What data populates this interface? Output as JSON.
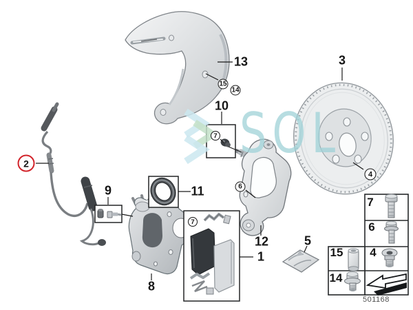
{
  "watermark": {
    "text": "SOL",
    "logo_icon": "double-chevron-icon"
  },
  "doc_number": "501168",
  "callouts": {
    "c1": "1",
    "c2": "2",
    "c3": "3",
    "c4": "4",
    "c5": "5",
    "c6": "6",
    "c7_bushing": "7",
    "c7_pads": "7",
    "c8": "8",
    "c9": "9",
    "c10": "10",
    "c11": "11",
    "c12": "12",
    "c13": "13",
    "c14": "14",
    "c15": "15"
  },
  "fastener_table": {
    "labels": {
      "r7": "7",
      "r6": "6",
      "r4": "4",
      "r15": "15",
      "r14": "14"
    },
    "icons": {
      "r7": "hex-bolt-icon",
      "r6": "flange-bolt-icon",
      "r4": "socket-plug-icon",
      "r15": "sleeve-icon",
      "r14": "flange-screw-icon",
      "corner": "direction-arrow-icon"
    }
  },
  "drawings": {
    "sensor": "brake-wear-sensor",
    "shield": "brake-dust-shield",
    "disc": "brake-disc",
    "bushing_kit": "guide-bushing-kit",
    "carrier": "caliper-carrier",
    "seal": "piston-seal-ring",
    "bleeder_kit": "bleeder-screw-kit",
    "caliper": "brake-caliper",
    "pads_kit": "brake-pad-set",
    "sachet": "grease-sachet"
  },
  "colors": {
    "callout_red": "#d2232a",
    "watermark_teal": "#9fd2d8",
    "watermark_green": "#c3e1c8",
    "watermark_blue": "#cbe7f0",
    "line": "#1a1a1a"
  }
}
